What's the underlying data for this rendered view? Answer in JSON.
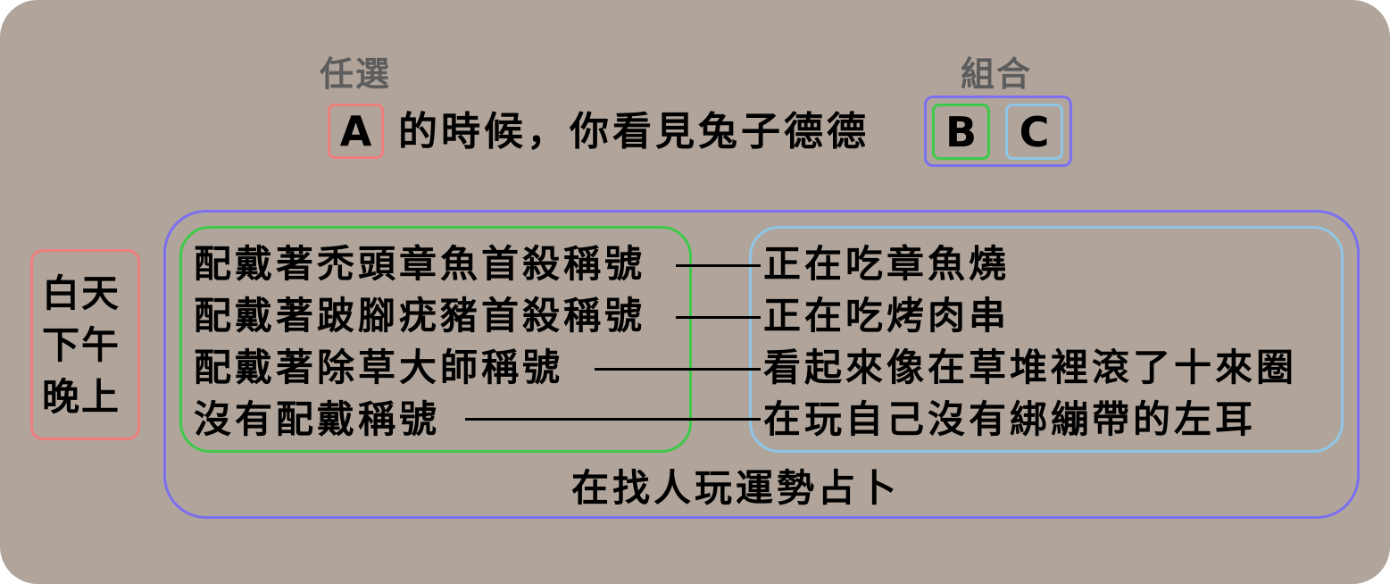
{
  "header": {
    "optional_label": "任選",
    "combo_label": "組合",
    "slot_a": "A",
    "sentence": "的時候，你看見兔子德德",
    "slot_b": "B",
    "slot_c": "C"
  },
  "times": [
    "白天",
    "下午",
    "晚上"
  ],
  "rows": [
    {
      "b": "配戴著禿頭章魚首殺稱號",
      "c": "正在吃章魚燒"
    },
    {
      "b": "配戴著跛腳疣豬首殺稱號",
      "c": "正在吃烤肉串"
    },
    {
      "b": "配戴著除草大師稱號",
      "c": "看起來像在草堆裡滾了十來圈"
    },
    {
      "b": "沒有配戴稱號",
      "c": "在玩自己沒有綁繃帶的左耳"
    }
  ],
  "footer": "在找人玩運勢占卜",
  "colors": {
    "background": "#b1a59b",
    "a_box": "#ee7d7d",
    "b_box": "#3fc94a",
    "c_box": "#8fc6e6",
    "combo_box": "#7c6ff0",
    "label_gray": "#5c5c5c"
  }
}
